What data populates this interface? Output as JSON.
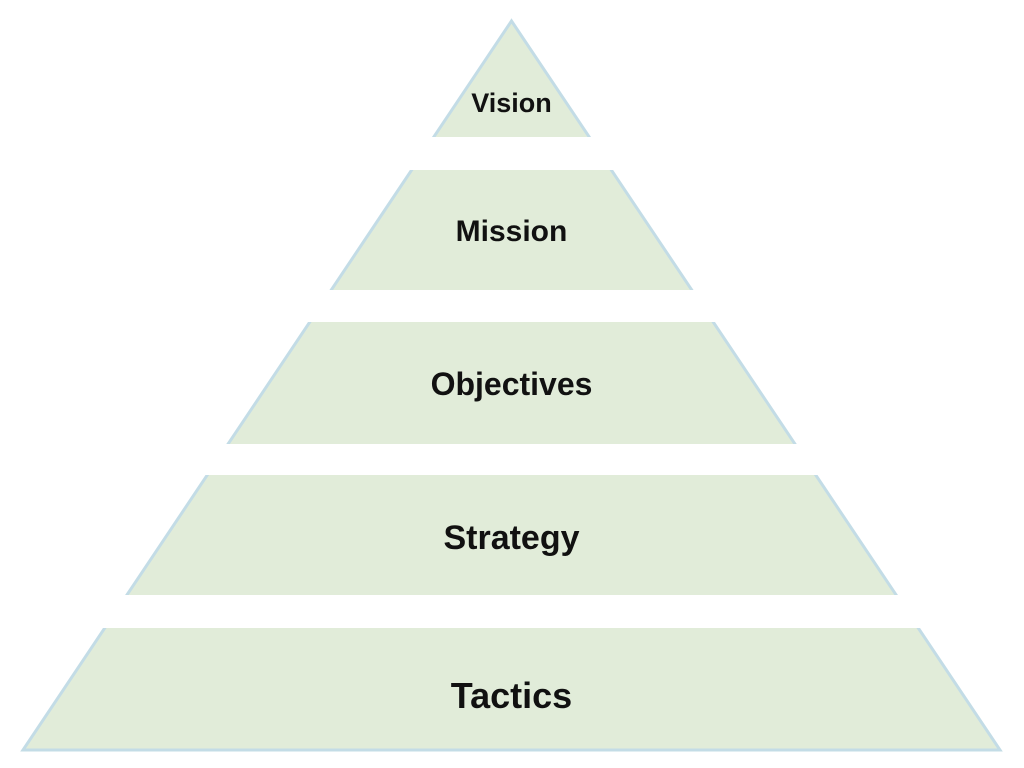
{
  "diagram": {
    "type": "pyramid",
    "title": "",
    "levels": [
      {
        "label": "Vision"
      },
      {
        "label": "Mission"
      },
      {
        "label": "Objectives"
      },
      {
        "label": "Strategy"
      },
      {
        "label": "Tactics"
      }
    ]
  },
  "colors": {
    "background": "#ffffff",
    "level_fill": "#e1ecd9",
    "level_border": "#c3dce6",
    "label_text": "#111111"
  }
}
